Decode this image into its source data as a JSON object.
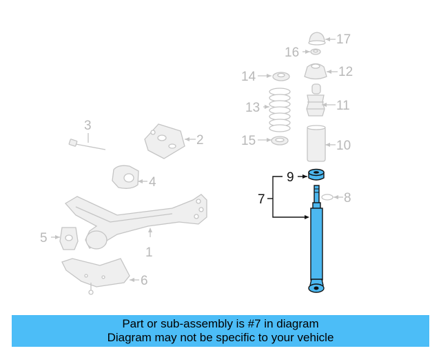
{
  "callouts": {
    "c1": "1",
    "c2": "2",
    "c3": "3",
    "c4": "4",
    "c5": "5",
    "c6": "6",
    "c7": "7",
    "c8": "8",
    "c9": "9",
    "c10": "10",
    "c11": "11",
    "c12": "12",
    "c13": "13",
    "c14": "14",
    "c15": "15",
    "c16": "16",
    "c17": "17"
  },
  "highlighted_part": "7",
  "colors": {
    "highlight": "#4cb8f0",
    "banner": "#4cbdf7",
    "faded": "#c4c4c4"
  },
  "banner": {
    "line1": "Part or sub-assembly is #7 in diagram",
    "line2": "Diagram may not be specific to your vehicle"
  }
}
